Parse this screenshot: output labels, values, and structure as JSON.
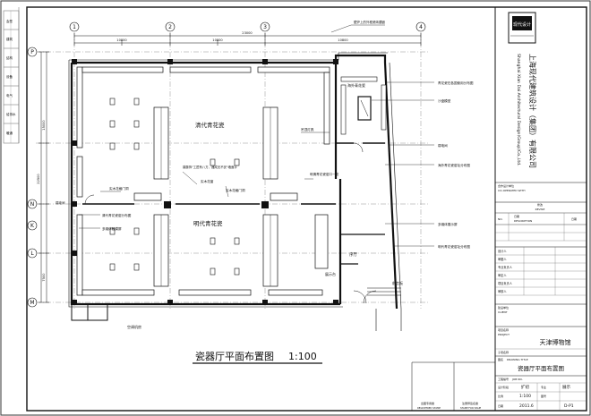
{
  "drawing": {
    "title": "瓷器厅平面布置图",
    "scale": "1:100"
  },
  "grid": {
    "columns": [
      "1",
      "2",
      "3",
      "4"
    ],
    "rows": [
      "P",
      "N",
      "K",
      "L",
      "M"
    ],
    "dims_top": [
      "10800",
      "10800",
      "23000",
      "10800"
    ],
    "dims_left": [
      "15000",
      "22500",
      "7500"
    ]
  },
  "rooms": {
    "qing_hall": "清代青花瓷",
    "ming_hall": "明代青花瓷",
    "blue_white_area": "海外青花瓷",
    "display_stage": "展示台",
    "foyer": "序厅",
    "aircon": "空调机房",
    "weak_room": "弱电间",
    "entrance": "前言板"
  },
  "annotations": {
    "wall_brand": "壁炉上的外框瓷砖镶嵌",
    "a": "吊顶灯具",
    "b": "青花瓷在各国使用分布图",
    "c": "沙盘模型",
    "d": "弱电间",
    "e": "海外青花瓷窑址分布图",
    "f": "实木花格门洞",
    "g": "蔓藤饰\"工匠有八方，器成无不妥\"墙面字",
    "h": "实木花窗",
    "i": "明清青花瓷窑口一览",
    "j": "实木花格门洞",
    "k": "清代青花瓷窑分布图",
    "l": "多媒体触摸屏",
    "m": "多媒体展示屏",
    "n": "明代青花瓷窑址分布图"
  },
  "title_block": {
    "company_cn": "上海现代建筑设计（集团）有限公司",
    "company_en": "Shanghai Xian Dai Architectural Design(Group)Co.,Ltd.",
    "logo_text": "现代设计",
    "cooperate_label": "合作设计单位",
    "cooperate_en": "CO-OPERATED WITH",
    "revise_label": "修改",
    "revise_en": "REVISE",
    "revise_headers": [
      "NO.",
      "日期",
      "DESCRIPTION",
      "日期"
    ],
    "sign_rows": [
      "设计人",
      "审图人",
      "专业负责人",
      "审定人",
      "项目负责人",
      "审核人"
    ],
    "client_label": "建设单位",
    "client_en": "CLIENT",
    "project_label": "项目名称",
    "project_en": "PROJECT",
    "project_name": "天津博物馆",
    "subproject_label": "子项名称",
    "drawing_title_label": "图名",
    "drawing_title_en": "DRAWING TITLE",
    "drawing_name": "瓷器厅平面布置图",
    "job_no_label": "工程编号",
    "job_no_en": "JOB NO.",
    "stage_label": "设计阶段",
    "stage_value": "扩初",
    "major_label": "专业",
    "major_value": "展示",
    "scale_label": "比例",
    "scale_value": "1:100",
    "dwg_no_label": "图号",
    "dwg_no_value": "D-P1",
    "date_label": "日期",
    "date_value": "2011.6",
    "stamp1": "出图专用章",
    "stamp1_en": "REGISTERED STAMP",
    "stamp2": "注册师签名章",
    "stamp2_en": "STAMP FOR ISSUE"
  },
  "binding_notes": [
    "会签",
    "建筑",
    "结构",
    "设备",
    "电气",
    "给排水",
    "暖通"
  ]
}
